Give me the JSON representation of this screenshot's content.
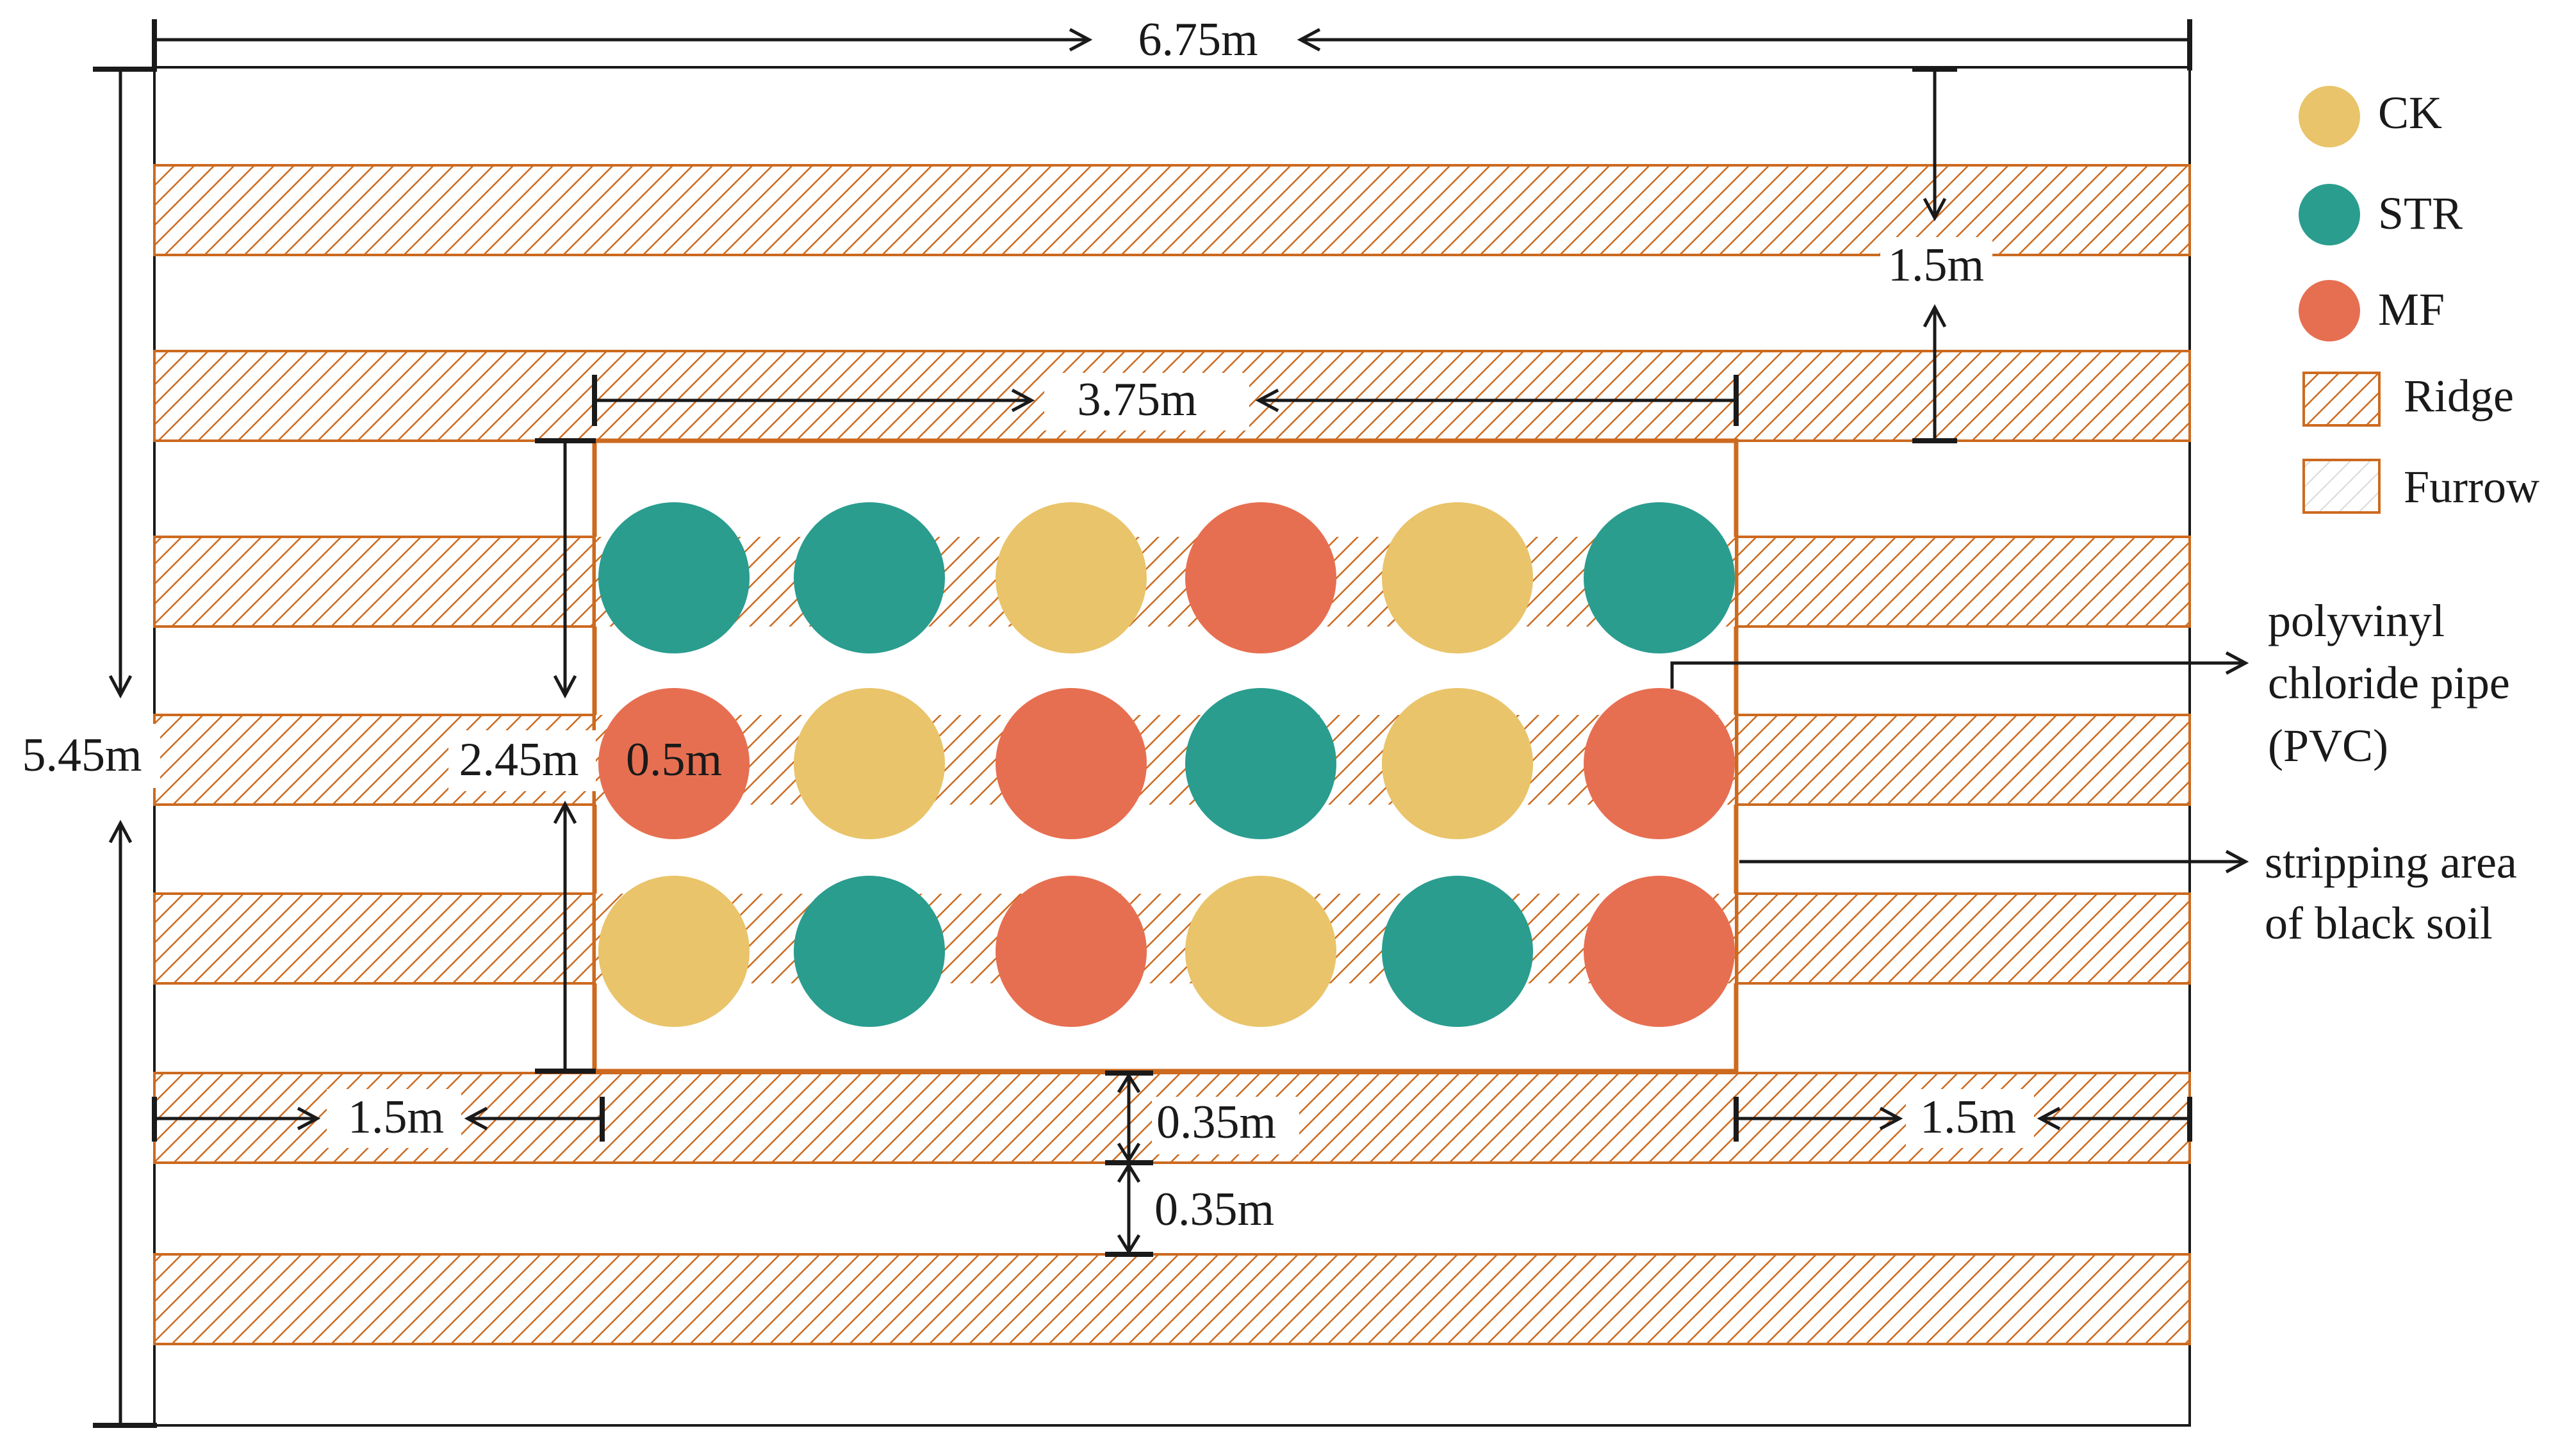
{
  "dimensions": {
    "total_width": "6.75m",
    "total_height": "5.45m",
    "strip_width": "3.75m",
    "strip_height": "2.45m",
    "top_spacing": "1.5m",
    "left_margin": "1.5m",
    "right_margin": "1.5m",
    "ridge_width": "0.35m",
    "furrow_width": "0.35m",
    "pipe_diameter": "0.5m"
  },
  "legend": {
    "ck": "CK",
    "str": "STR",
    "mf": "MF",
    "ridge": "Ridge",
    "furrow": "Furrow"
  },
  "annotations": {
    "pvc_line1": "polyvinyl",
    "pvc_line2": "chloride pipe",
    "pvc_line3": "(PVC)",
    "strip_line1": "stripping area",
    "strip_line2": "of black soil"
  },
  "colors": {
    "CK": "#E9C46A",
    "STR": "#2A9D8F",
    "MF": "#E76F51",
    "ridge_stroke": "#CC6A1F",
    "frame_stroke": "#CC6A1F"
  },
  "pipe_grid": [
    [
      "STR",
      "STR",
      "CK",
      "MF",
      "CK",
      "STR"
    ],
    [
      "MF",
      "CK",
      "MF",
      "STR",
      "CK",
      "MF"
    ],
    [
      "CK",
      "STR",
      "MF",
      "CK",
      "STR",
      "MF"
    ]
  ]
}
